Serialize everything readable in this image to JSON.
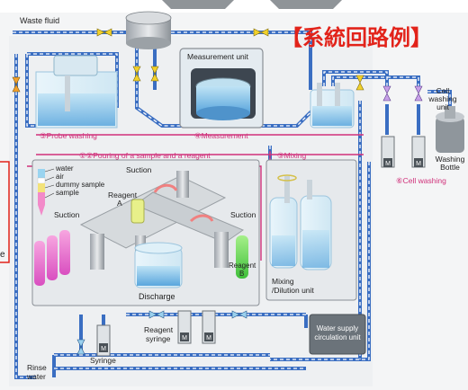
{
  "title": "【系統回路例】",
  "labels": {
    "waste_fluid": "Waste fluid",
    "measurement_unit": "Measurement unit",
    "cell_washing_unit": [
      "Cell",
      "washing",
      "unit"
    ],
    "washing_bottle": [
      "Washing",
      "Bottle"
    ],
    "cell_washing": "⑥Cell washing",
    "probe_washing": "⑤Probe washing",
    "measurement": "④Measurement",
    "pouring": "①②Pouring of a sample and a reagent",
    "mixing": "③Mixing",
    "legend": [
      "water",
      "air",
      "dummy sample",
      "sample"
    ],
    "suction_left": "Suction",
    "suction_top": "Suction",
    "suction_right": "Suction",
    "reagent_a": [
      "Reagent",
      "A"
    ],
    "reagent_b": [
      "Reagent",
      "B"
    ],
    "discharge": "Discharge",
    "mixing_dilution": [
      "Mixing",
      "/Dilution unit"
    ],
    "reagent_syringe": [
      "Reagent",
      "syringe"
    ],
    "syringe": "Syringe",
    "water_supply": [
      "Water supply",
      "circulation unit"
    ],
    "rinse_water": [
      "Rinse",
      "water"
    ],
    "motor": "M",
    "cut_off_text": "e"
  },
  "colors": {
    "pipe": "#3a6ec2",
    "pink": "#d0307a",
    "title": "#e2231a",
    "frame": "#8a8f96"
  }
}
